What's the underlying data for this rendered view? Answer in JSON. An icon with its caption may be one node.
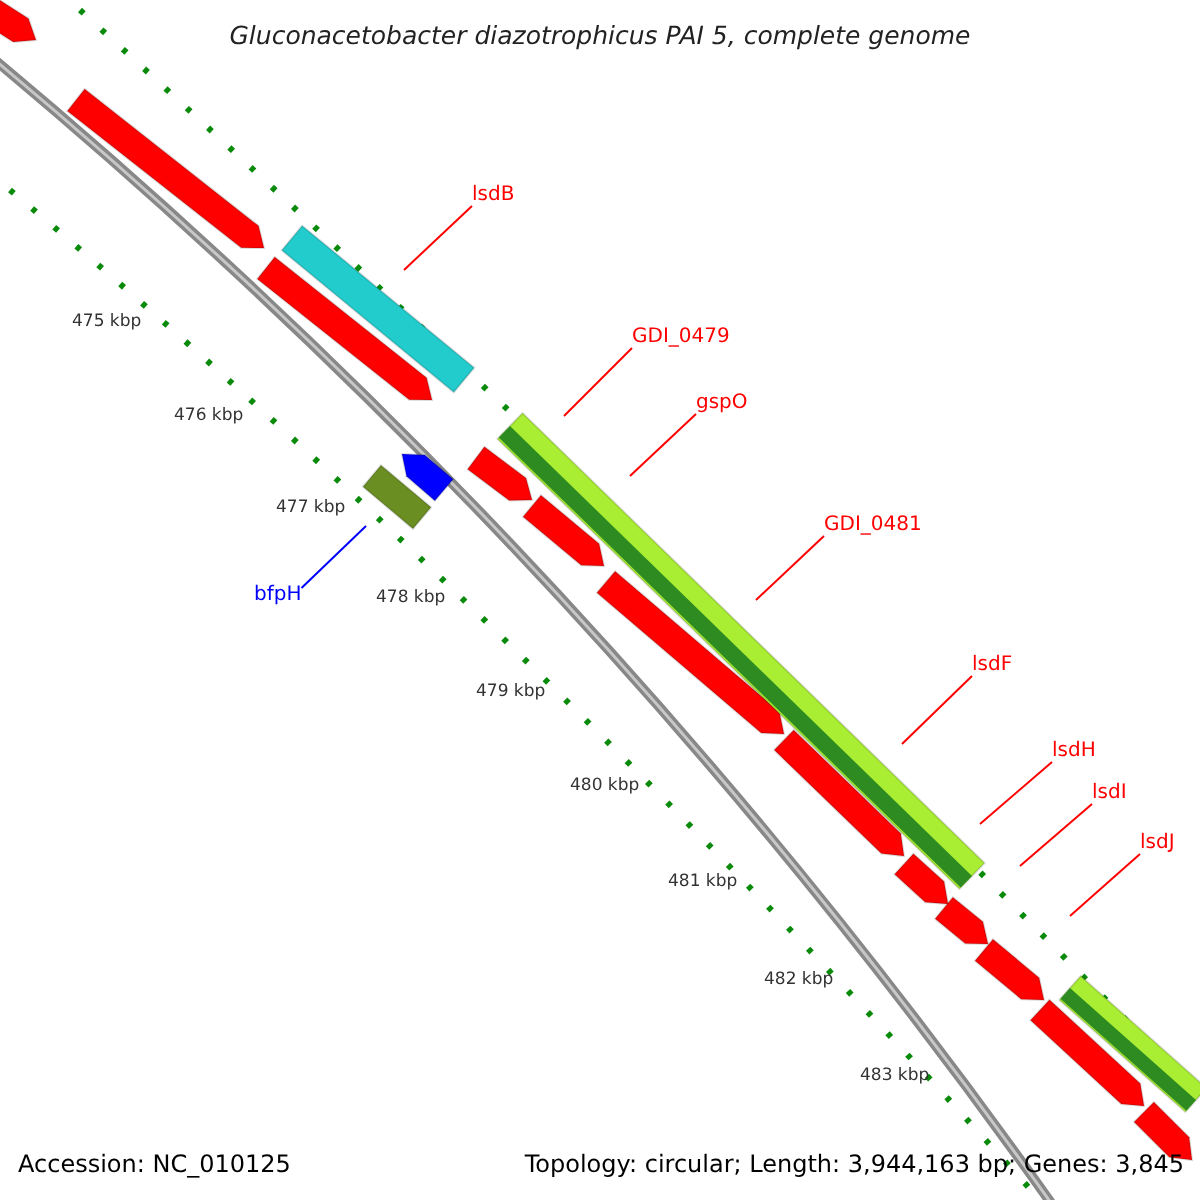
{
  "diagram": {
    "title": "Gluconacetobacter diazotrophicus PAI 5, complete genome",
    "nodes": [
      {
        "text": [
          "lsdB"
        ]
      },
      {
        "text": [
          "GDI_0479"
        ]
      },
      {
        "text": [
          "gspO"
        ]
      },
      {
        "text": [
          "GDI_0481"
        ]
      },
      {
        "text": [
          "lsdF"
        ]
      },
      {
        "text": [
          "lsdH"
        ]
      },
      {
        "text": [
          "lsdI"
        ]
      },
      {
        "text": [
          "lsdJ"
        ]
      },
      {
        "text": [
          "bfpH"
        ]
      }
    ],
    "edges": [
      {
        "from": 0,
        "to": null,
        "arrow": "none"
      },
      {
        "from": 1,
        "to": null,
        "arrow": "none"
      },
      {
        "from": 2,
        "to": null,
        "arrow": "none"
      },
      {
        "from": 3,
        "to": null,
        "arrow": "none"
      },
      {
        "from": 4,
        "to": null,
        "arrow": "none"
      },
      {
        "from": 5,
        "to": null,
        "arrow": "none"
      },
      {
        "from": 6,
        "to": null,
        "arrow": "none"
      },
      {
        "from": 7,
        "to": null,
        "arrow": "none"
      },
      {
        "from": 8,
        "to": null,
        "arrow": "none",
        "color": "#0000ff"
      }
    ],
    "labels": [
      "475 kbp",
      "476 kbp",
      "477 kbp",
      "478 kbp",
      "479 kbp",
      "480 kbp",
      "481 kbp",
      "482 kbp",
      "483 kbp",
      "Accession: NC_010125",
      "Topology: circular; Length: 3,944,163 bp; Genes: 3,845"
    ]
  }
}
